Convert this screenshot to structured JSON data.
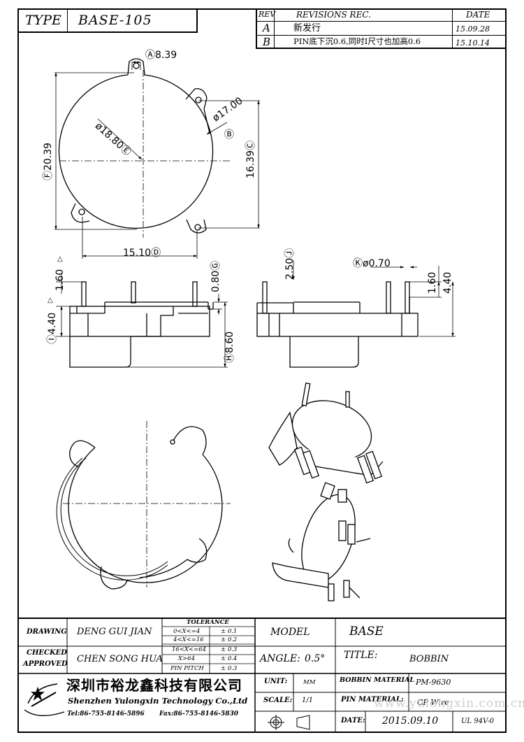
{
  "header": {
    "type_label": "TYPE",
    "type_value": "BASE-105",
    "rev_header": "REV",
    "revisions_header": "REVISIONS REC.",
    "date_header": "DATE",
    "revisions": [
      {
        "rev": "A",
        "desc": "新发行",
        "date": "15.09.28"
      },
      {
        "rev": "B",
        "desc": "PIN底下沉0.6,同时I尺寸也加高0.6",
        "date": "15.10.14"
      }
    ]
  },
  "dimensions": {
    "A": "8.39",
    "B": "ø17.00",
    "C": "16.39",
    "D": "15.10",
    "E": "ø18.80",
    "F": "20.39",
    "G": "0.80",
    "H": "8.60",
    "I": "4.40",
    "J": "2.50",
    "K": "ø0.70",
    "pin_1_60_left": "1.60",
    "pin_1_60_right": "1.60",
    "pin_4_40_right": "4.40"
  },
  "title_block": {
    "drawing_label": "DRAWING",
    "drawing_name": "DENG GUI JIAN",
    "checked_label": "CHECKED",
    "approved_label": "APPROVED",
    "checked_name": "CHEN SONG HUA",
    "tolerance_title": "TOLERANCE",
    "tolerances": [
      {
        "range": "0<X<=4",
        "value": "± 0.1"
      },
      {
        "range": "4<X<=16",
        "value": "± 0.2"
      },
      {
        "range": "16<X<=64",
        "value": "± 0.3"
      },
      {
        "range": "X>64",
        "value": "± 0.4"
      },
      {
        "range": "PIN PITCH",
        "value": "± 0.3"
      }
    ],
    "model_label": "MODEL",
    "model_value": "BASE",
    "angle_label": "ANGLE:",
    "angle_value": "0.5°",
    "title_label": "TITLE:",
    "title_value": "BOBBIN",
    "unit_label": "UNIT:",
    "unit_value": "MM",
    "scale_label": "SCALE:",
    "scale_value": "1/1",
    "bobbin_material_label": "BOBBIN MATERIAL",
    "bobbin_material_value": "PM-9630",
    "pin_material_label": "PIN MATERIAL:",
    "pin_material_value": "CP Wire",
    "date_label": "DATE:",
    "date_value": "2015.09.10",
    "ul_value": "UL 94V-0",
    "company_cn": "深圳市裕龙鑫科技有限公司",
    "company_en": "Shenzhen Yulongxin Technology Co.,Ltd",
    "tel": "Tel:86-755-8146-5896",
    "fax": "Fax:86-755-8146-5830",
    "watermark": "www.yulongxin.com.cn"
  }
}
